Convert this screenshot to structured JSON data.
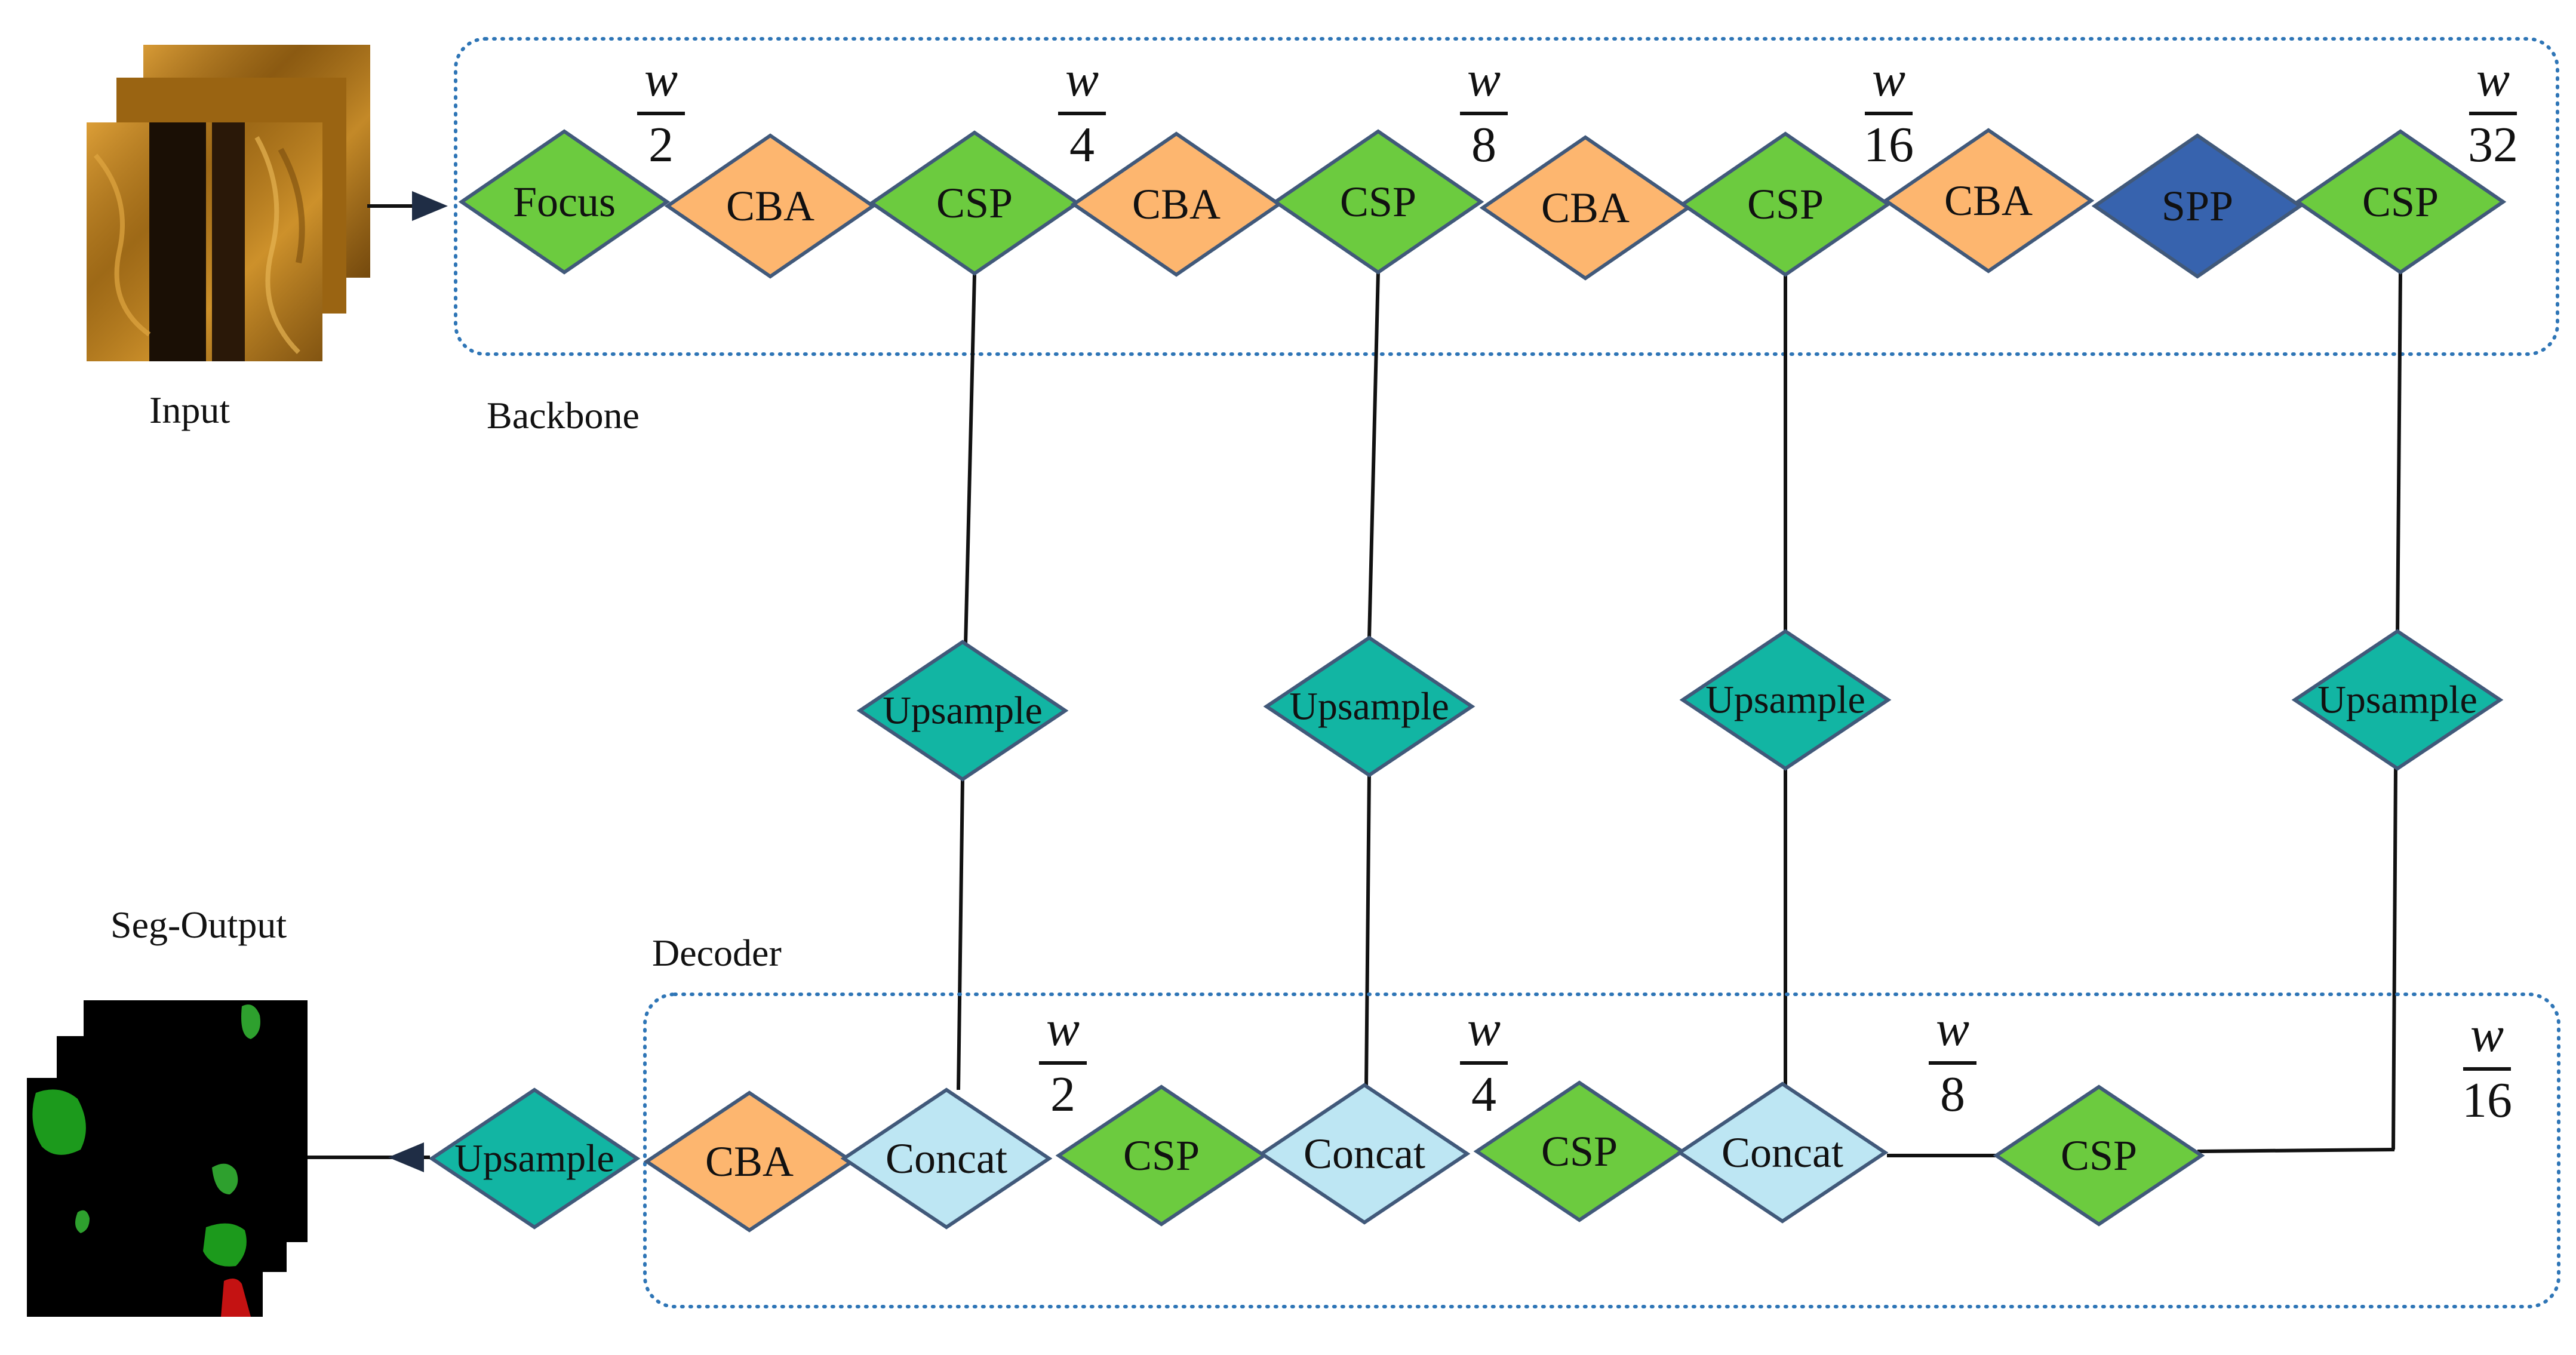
{
  "labels": {
    "input": "Input",
    "backbone": "Backbone",
    "decoder": "Decoder",
    "seg_output": "Seg-Output"
  },
  "colors": {
    "green": "#6CCB3F",
    "orange": "#FDB66F",
    "blue": "#3763AE",
    "teal": "#12B5A3",
    "light_blue": "#BDE6F3",
    "frame": "#2E75B6"
  },
  "backbone": {
    "nodes": [
      {
        "id": "focus",
        "label": "Focus",
        "color": "green"
      },
      {
        "id": "cba1",
        "label": "CBA",
        "color": "orange"
      },
      {
        "id": "csp1",
        "label": "CSP",
        "color": "green"
      },
      {
        "id": "cba2",
        "label": "CBA",
        "color": "orange"
      },
      {
        "id": "csp2",
        "label": "CSP",
        "color": "green"
      },
      {
        "id": "cba3",
        "label": "CBA",
        "color": "orange"
      },
      {
        "id": "csp3",
        "label": "CSP",
        "color": "green"
      },
      {
        "id": "cba4",
        "label": "CBA",
        "color": "orange"
      },
      {
        "id": "spp",
        "label": "SPP",
        "color": "blue"
      },
      {
        "id": "csp4",
        "label": "CSP",
        "color": "green"
      }
    ],
    "scales": [
      {
        "num": "w",
        "den": "2"
      },
      {
        "num": "w",
        "den": "4"
      },
      {
        "num": "w",
        "den": "8"
      },
      {
        "num": "w",
        "den": "16"
      },
      {
        "num": "w",
        "den": "32"
      }
    ]
  },
  "upsample_nodes": [
    {
      "id": "up1",
      "label": "Upsample",
      "color": "teal"
    },
    {
      "id": "up2",
      "label": "Upsample",
      "color": "teal"
    },
    {
      "id": "up3",
      "label": "Upsample",
      "color": "teal"
    },
    {
      "id": "up4",
      "label": "Upsample",
      "color": "teal"
    }
  ],
  "decoder": {
    "nodes": [
      {
        "id": "dec-upsample",
        "label": "Upsample",
        "color": "teal"
      },
      {
        "id": "dec-cba",
        "label": "CBA",
        "color": "orange"
      },
      {
        "id": "concat1",
        "label": "Concat",
        "color": "light_blue"
      },
      {
        "id": "dec-csp1",
        "label": "CSP",
        "color": "green"
      },
      {
        "id": "concat2",
        "label": "Concat",
        "color": "light_blue"
      },
      {
        "id": "dec-csp2",
        "label": "CSP",
        "color": "green"
      },
      {
        "id": "concat3",
        "label": "Concat",
        "color": "light_blue"
      },
      {
        "id": "dec-csp3",
        "label": "CSP",
        "color": "green"
      }
    ],
    "scales": [
      {
        "num": "w",
        "den": "2"
      },
      {
        "num": "w",
        "den": "4"
      },
      {
        "num": "w",
        "den": "8"
      },
      {
        "num": "w",
        "den": "16"
      }
    ]
  }
}
